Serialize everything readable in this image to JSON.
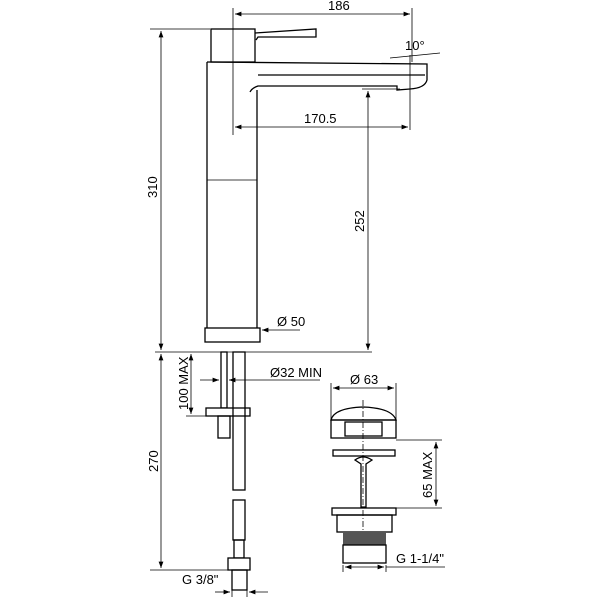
{
  "drawing": {
    "dimensions": {
      "overall_reach": "186",
      "spout_reach": "170.5",
      "spout_angle": "10°",
      "total_height": "310",
      "spout_height": "252",
      "base_diameter": "Ø 50",
      "hole_diameter": "Ø32 MIN",
      "counter_thickness": "100 MAX",
      "hose_length": "270",
      "hose_thread": "G 3/8\"",
      "waste_diameter": "Ø 63",
      "waste_depth": "65 MAX",
      "waste_thread": "G 1-1/4\""
    }
  }
}
